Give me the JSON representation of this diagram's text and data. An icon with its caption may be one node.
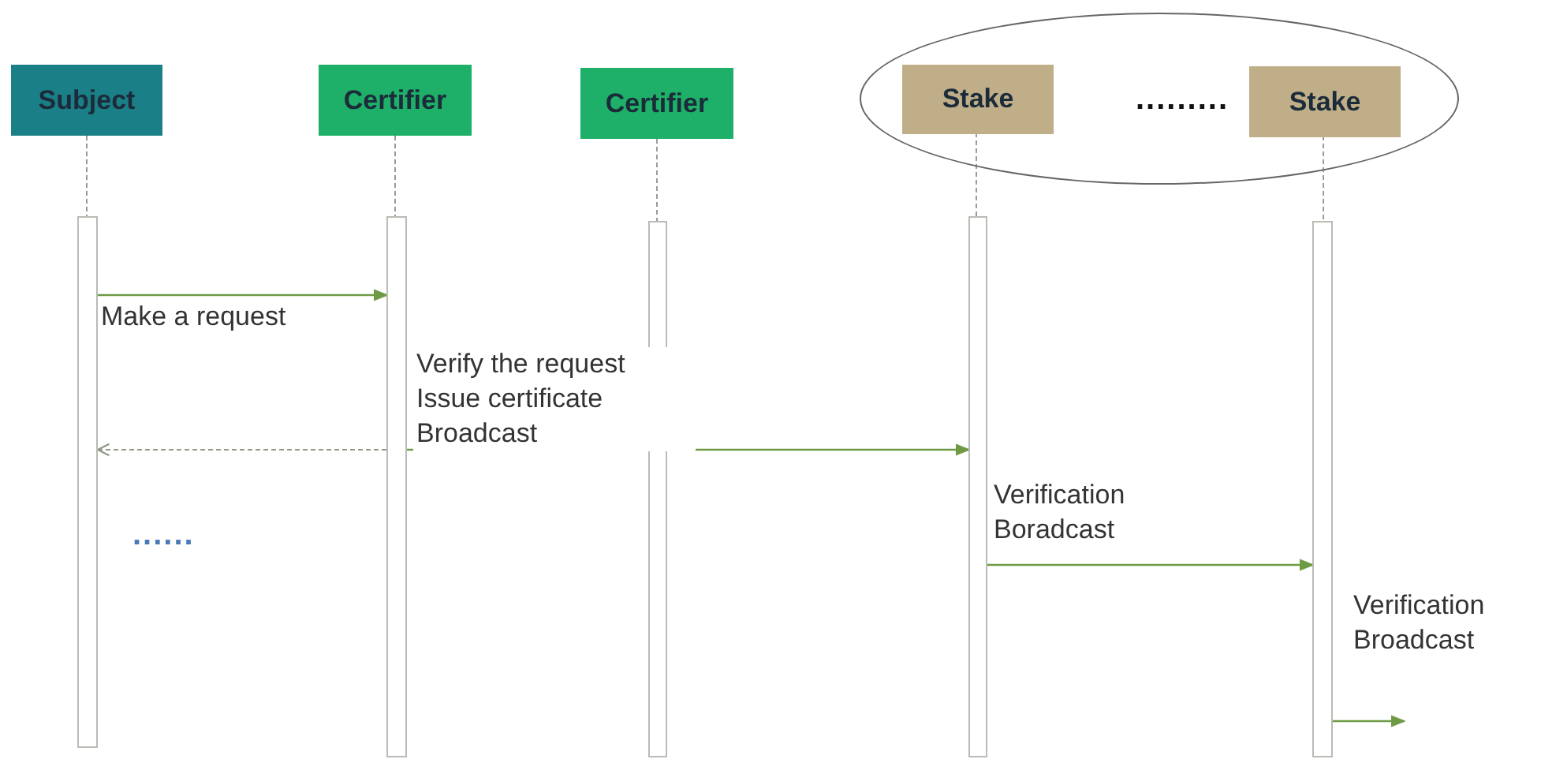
{
  "diagram": {
    "nodes": [
      {
        "text": [
          "Subject"
        ]
      },
      {
        "text": [
          "Certifier"
        ]
      },
      {
        "text": [
          "Certifier"
        ]
      },
      {
        "text": [],
        "shape": "ellipse"
      },
      {
        "text": [
          "Stake"
        ],
        "in": 3
      },
      {
        "text": [
          "Stake"
        ],
        "in": 3
      },
      {
        "text": [],
        "shape": "bar"
      },
      {
        "text": [],
        "shape": "bar"
      },
      {
        "text": [],
        "shape": "bar"
      },
      {
        "text": [],
        "shape": "bar"
      },
      {
        "text": [],
        "shape": "bar"
      }
    ],
    "edges": [
      {
        "from": 0,
        "to": 6,
        "arrow": "none",
        "style": "dashed"
      },
      {
        "from": 1,
        "to": 7,
        "arrow": "none",
        "style": "dashed"
      },
      {
        "from": 2,
        "to": 8,
        "arrow": "none",
        "style": "dashed"
      },
      {
        "from": 4,
        "to": 9,
        "arrow": "none",
        "style": "dashed"
      },
      {
        "from": 5,
        "to": 10,
        "arrow": "none",
        "style": "dashed"
      },
      {
        "from": 6,
        "to": 7,
        "arrow": "to",
        "label": "Make a request",
        "color": "#6f9a45"
      },
      {
        "from": 7,
        "to": 6,
        "arrow": "to",
        "style": "dashed"
      },
      {
        "from": 7,
        "to": 9,
        "arrow": "to",
        "label": "Verify the request Issue certificate Broadcast",
        "color": "#6f9a45"
      },
      {
        "from": 9,
        "to": 10,
        "arrow": "to",
        "label": "Verification Boradcast",
        "color": "#6f9a45"
      },
      {
        "from": 10,
        "to": null,
        "arrow": "to",
        "label": "Verification Broadcast",
        "color": "#6f9a45"
      }
    ],
    "labels": [
      ".........",
      "......"
    ]
  }
}
